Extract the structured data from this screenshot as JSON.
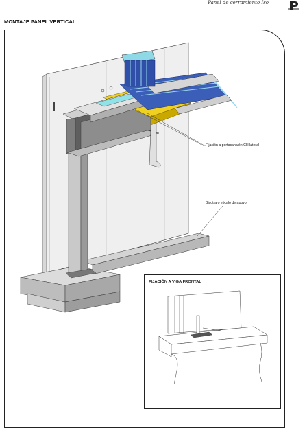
{
  "header": {
    "title": "Panel de cerramiento Iso",
    "logo_icon": "brand-logo-icon"
  },
  "section": {
    "title": "MONTAJE PANEL VERTICAL"
  },
  "callouts": {
    "fixing_label": "Fijación a portacanalón CH lateral",
    "plinth_label": "Bisotra o zócalo de apoyo"
  },
  "detail": {
    "title": "FIJACIÓN A VIGA FRONTAL"
  },
  "colors": {
    "panel_blue": "#2f4fa8",
    "panel_cyan": "#7fd8e0",
    "gutter_yellow": "#f0d020",
    "beam_gray": "#8a8a8a",
    "wall_gray": "#ececec"
  }
}
